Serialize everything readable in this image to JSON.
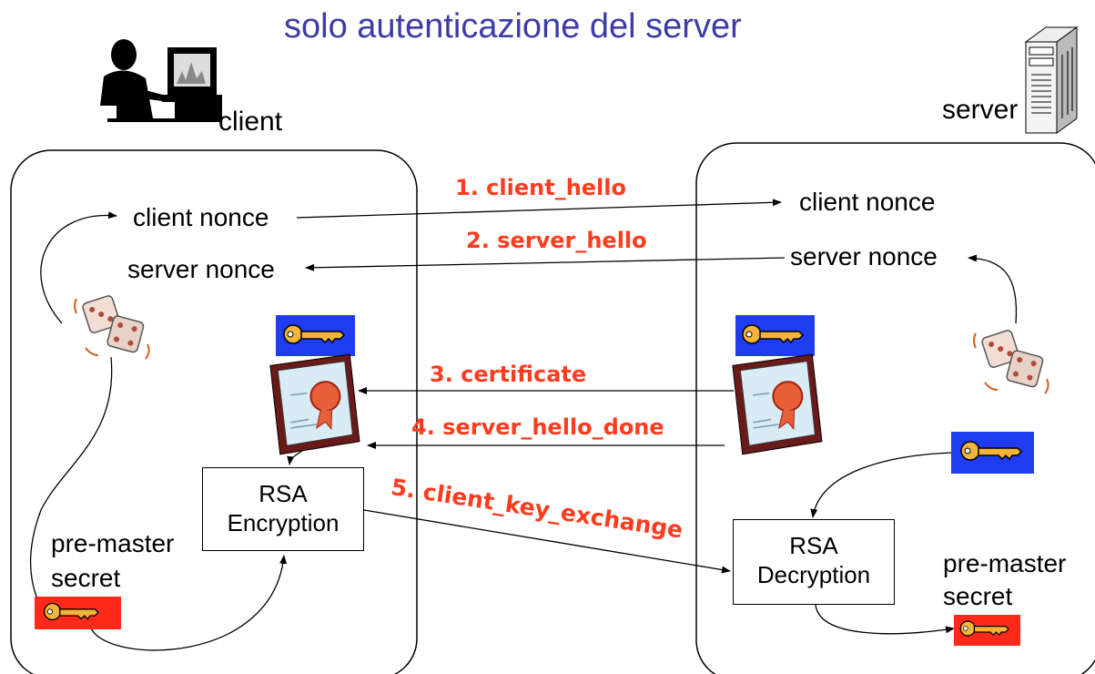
{
  "title": "solo autenticazione del server",
  "client": {
    "label": "client",
    "client_nonce": "client nonce",
    "server_nonce": "server nonce",
    "pre_master_line1": "pre-master",
    "pre_master_line2": "secret",
    "rsa_line1": "RSA",
    "rsa_line2": "Encryption"
  },
  "server": {
    "label": "server",
    "client_nonce": "client nonce",
    "server_nonce": "server nonce",
    "pre_master_line1": "pre-master",
    "pre_master_line2": "secret",
    "rsa_line1": "RSA",
    "rsa_line2": "Decryption"
  },
  "messages": [
    "1. client_hello",
    "2. server_hello",
    "3. certificate",
    "4. server_hello_done",
    "5. client_key_exchange"
  ],
  "icons": [
    "computer-user-icon",
    "server-tower-icon",
    "dice-icon",
    "key-icon",
    "certificate-icon"
  ],
  "colors": {
    "title": "#3c3ca6",
    "message": "#ff3c1e",
    "key_bg_blue": "#1f3cf0",
    "key_bg_red": "#ff2a1a",
    "key": "#f0b030"
  }
}
